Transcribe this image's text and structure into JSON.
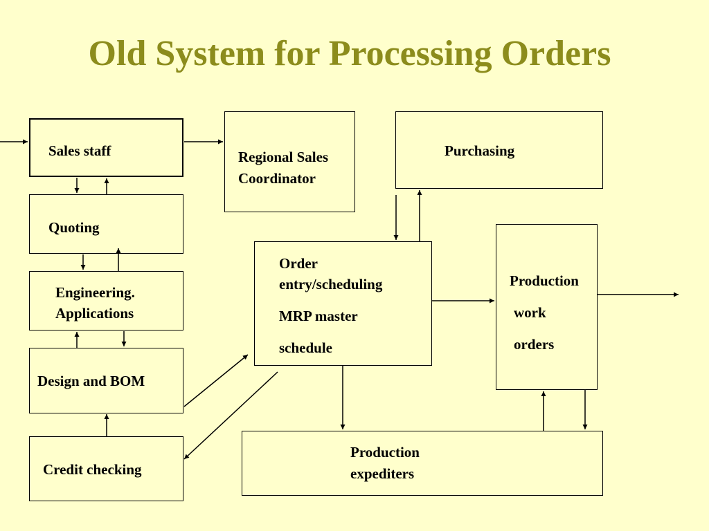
{
  "title": "Old System for Processing Orders",
  "boxes": {
    "sales_staff": "Sales staff",
    "regional_sales": [
      "Regional Sales",
      "Coordinator"
    ],
    "purchasing": "Purchasing",
    "quoting": "Quoting",
    "engineering": [
      "Engineering.",
      "Applications"
    ],
    "design_bom": "Design and BOM",
    "credit_checking": "Credit checking",
    "order_entry": [
      "Order",
      "entry/scheduling",
      "MRP master",
      "schedule"
    ],
    "production_work_orders": [
      "Production",
      "work",
      "orders"
    ],
    "production_expediters": [
      "Production",
      "expediters"
    ]
  },
  "colors": {
    "background": "#ffffcc",
    "title": "#8c8c1c",
    "lines": "#000000"
  }
}
